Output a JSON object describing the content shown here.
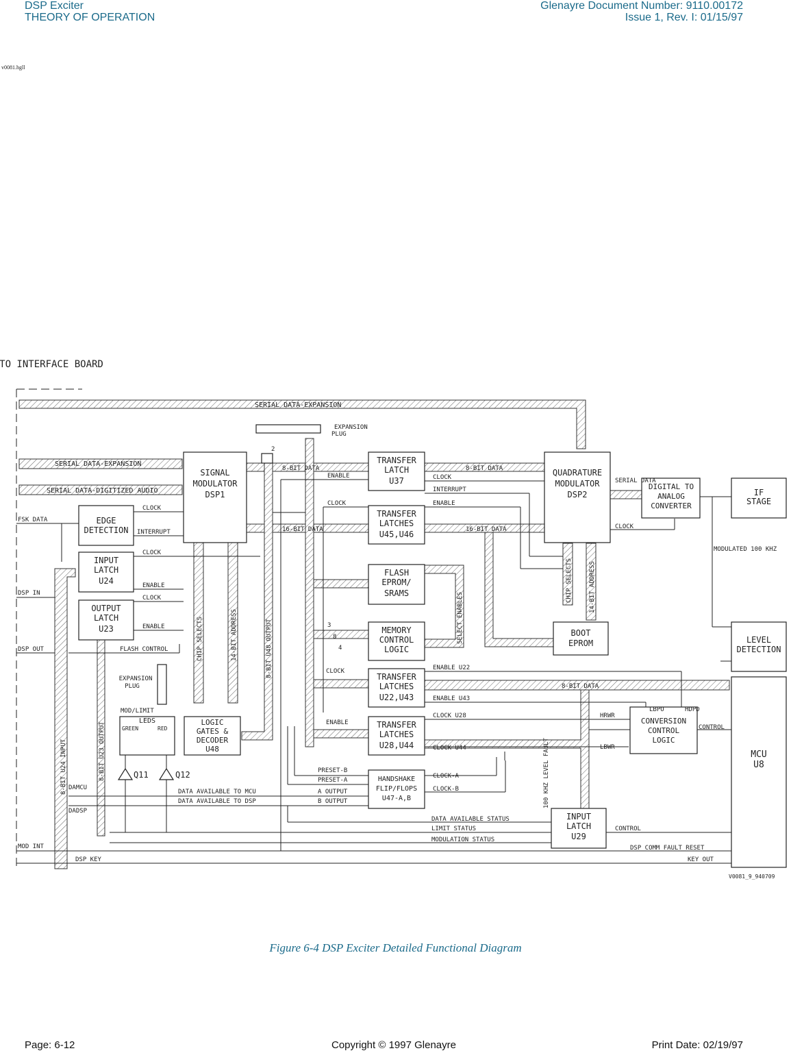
{
  "header": {
    "left_line1": "DSP Exciter",
    "left_line2": "THEORY OF OPERATION",
    "right_line1": "Glenayre Document Number: 9110.00172",
    "right_line2": "Issue 1, Rev. I: 01/15/97"
  },
  "file_name": "v0081.hgll",
  "caption": "Figure 6-4  DSP Exciter Detailed Functional Diagram",
  "footer": {
    "page": "Page: 6-12",
    "copyright": "Copyright © 1997 Glenayre",
    "print_date": "Print Date: 02/19/97"
  },
  "diagram": {
    "drawing_id": "V0081_9_940709",
    "blocks": {
      "interface_board": "TO INTERFACE BOARD",
      "signal_mod": [
        "SIGNAL",
        "MODULATOR",
        "DSP1"
      ],
      "transfer_u37": [
        "TRANSFER",
        "LATCH",
        "U37"
      ],
      "transfer_u45": [
        "TRANSFER",
        "LATCHES",
        "U45,U46"
      ],
      "quad_mod": [
        "QUADRATURE",
        "MODULATOR",
        "DSP2"
      ],
      "dac": [
        "DIGITAL TO",
        "ANALOG",
        "CONVERTER"
      ],
      "if_stage": [
        "IF",
        "STAGE"
      ],
      "edge_det": [
        "EDGE",
        "DETECTION"
      ],
      "input_latch_u24": [
        "INPUT",
        "LATCH",
        "U24"
      ],
      "output_latch_u23": [
        "OUTPUT",
        "LATCH",
        "U23"
      ],
      "flash": [
        "FLASH",
        "EPROM/",
        "SRAMS"
      ],
      "memory_ctrl": [
        "MEMORY",
        "CONTROL",
        "LOGIC"
      ],
      "boot_eprom": [
        "BOOT",
        "EPROM"
      ],
      "level_det": [
        "LEVEL",
        "DETECTION"
      ],
      "transfer_u22": [
        "TRANSFER",
        "LATCHES",
        "U22,U43"
      ],
      "transfer_u28": [
        "TRANSFER",
        "LATCHES",
        "U28,U44"
      ],
      "conv_ctrl": [
        "CONVERSION",
        "CONTROL",
        "LOGIC"
      ],
      "mcu": [
        "MCU",
        "U8"
      ],
      "logic_gates": [
        "LOGIC",
        "GATES &",
        "DECODER",
        "U48"
      ],
      "leds": [
        "MOD/LIMIT",
        "LEDS",
        "GREEN",
        "RED"
      ],
      "handshake": [
        "HANDSHAKE",
        "FLIP/FLOPS",
        "U47-A,B"
      ],
      "input_latch_u29": [
        "INPUT",
        "LATCH",
        "U29"
      ],
      "q11": "Q11",
      "q12": "Q12",
      "expansion_plug_top": [
        "EXPANSION",
        "PLUG"
      ],
      "expansion_plug_left": [
        "EXPANSION",
        "PLUG"
      ]
    },
    "buses": {
      "serial_exp_top": "SERIAL DATA-EXPANSION",
      "serial_exp": "SERIAL DATA-EXPANSION",
      "serial_audio": "SERIAL DATA-DIGITIZED AUDIO",
      "bit8_data_l": "8-BIT DATA",
      "bit8_data_r": "8-BIT DATA",
      "bit16_data_l": "16-BIT DATA",
      "bit16_data_r": "16-BIT DATA",
      "bit8_data_low": "8-BIT DATA",
      "chip_selects_l": "CHIP SELECTS",
      "addr14_l": "14-BIT ADDRESS",
      "u48_out": "8-BIT U48 OUTPUT",
      "chip_selects_r": "CHIP SELECTS",
      "addr14_r": "14-BIT ADDRESS",
      "select_enables": "SELECT ENABLES",
      "u24_input": "8-BIT U24 INPUT",
      "u23_output": "8-BIT U23 OUTPUT"
    },
    "signals": {
      "fsk_data": "FSK DATA",
      "dsp_in": "DSP IN",
      "dsp_out": "DSP OUT",
      "mod_int": "MOD INT",
      "dsp_key": "DSP KEY",
      "clock": "CLOCK",
      "interrupt": "INTERRUPT",
      "enable": "ENABLE",
      "flash_control": "FLASH CONTROL",
      "serial_data": "SERIAL DATA",
      "modulated": "MODULATED 100 KHZ",
      "enable_u22": "ENABLE U22",
      "enable_u43": "ENABLE U43",
      "clock_u28": "CLOCK U28",
      "clock_u44": "CLOCK U44",
      "clock_a": "CLOCK-A",
      "clock_b": "CLOCK-B",
      "preset_b": "PRESET-B",
      "preset_a": "PRESET-A",
      "a_output": "A OUTPUT",
      "b_output": "B OUTPUT",
      "davail_mcu": "DATA AVAILABLE TO MCU",
      "davail_dsp": "DATA AVAILABLE TO DSP",
      "davmcu": "DAMCU",
      "davdsp": "DADSP",
      "data_avail_status": "DATA AVAILABLE STATUS",
      "limit_status": "LIMIT STATUS",
      "mod_status": "MODULATION STATUS",
      "control": "CONTROL",
      "dsp_comm_fault_reset": "DSP COMM FAULT RESET",
      "key_out": "KEY OUT",
      "hrwr": "HRWR",
      "lbpo": "LBPO",
      "hdpd": "HDPD",
      "lbwr": "LBWR",
      "khz_fault": "100 KHZ LEVEL FAULT",
      "n2": "2",
      "n3": "3",
      "n4": "4",
      "n8": "8"
    }
  }
}
